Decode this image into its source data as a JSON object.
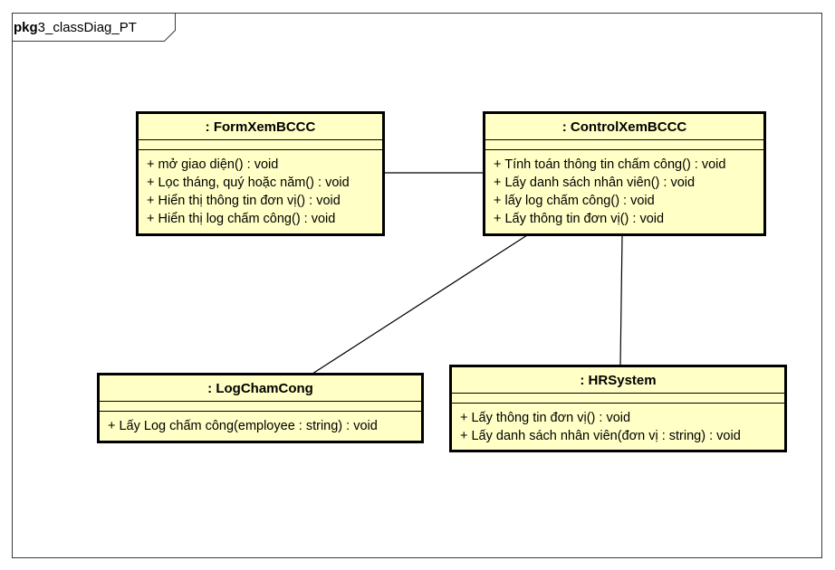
{
  "frame": {
    "keyword": "pkg",
    "name": "3_classDiag_PT"
  },
  "classes": [
    {
      "name": ": FormXemBCCC",
      "operations": [
        "+ mở giao diện() : void",
        "+ Lọc tháng, quý hoặc năm() : void",
        "+ Hiển thị thông tin đơn vị() : void",
        "+ Hiển thị log chấm công() : void"
      ]
    },
    {
      "name": ": ControlXemBCCC",
      "operations": [
        "+ Tính toán thông tin chấm công() : void",
        "+ Lấy danh sách nhân viên() : void",
        "+ lấy log chấm công() : void",
        "+ Lấy thông tin đơn vị() : void"
      ]
    },
    {
      "name": ": LogChamCong",
      "operations": [
        "+ Lấy Log chấm công(employee : string) : void"
      ]
    },
    {
      "name": ": HRSystem",
      "operations": [
        "+ Lấy thông tin đơn vị() : void",
        "+ Lấy danh sách nhân viên(đơn vị : string) : void"
      ]
    }
  ],
  "associations": [
    {
      "from": ": FormXemBCCC",
      "to": ": ControlXemBCCC"
    },
    {
      "from": ": ControlXemBCCC",
      "to": ": LogChamCong"
    },
    {
      "from": ": ControlXemBCCC",
      "to": ": HRSystem"
    }
  ]
}
